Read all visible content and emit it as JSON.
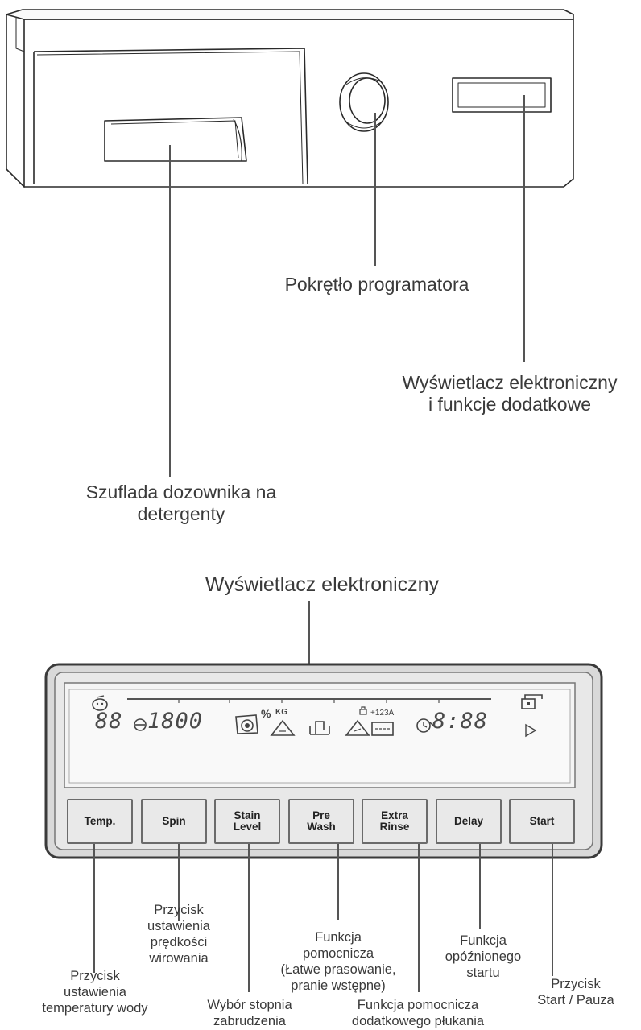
{
  "top_labels": {
    "programmer_knob": "Pokrętło programatora",
    "display_line1": "Wyświetlacz elektroniczny",
    "display_line2": "i funkcje dodatkowe",
    "drawer_line1": "Szuflada dozownika na",
    "drawer_line2": "detergenty"
  },
  "display_title": "Wyświetlacz elektroniczny",
  "display_readout": {
    "temp": "88",
    "spin": "1800",
    "time": "8:88",
    "kg": "KG",
    "percent": "%",
    "rinse_count": "+123A"
  },
  "buttons": [
    {
      "id": "temp",
      "label": "Temp."
    },
    {
      "id": "spin",
      "label": "Spin"
    },
    {
      "id": "stain",
      "label": "Stain\nLevel"
    },
    {
      "id": "prewash",
      "label": "Pre\nWash"
    },
    {
      "id": "extrarinse",
      "label": "Extra\nRinse"
    },
    {
      "id": "delay",
      "label": "Delay"
    },
    {
      "id": "start",
      "label": "Start"
    }
  ],
  "bottom_labels": {
    "spin_desc": "Przycisk\nustawienia\nprędkości\nwirowania",
    "prewash_desc": "Funkcja\npomocnicza\n(Łatwe prasowanie,\npranie wstępne)",
    "delay_desc": "Funkcja\nopóźnionego\nstartu",
    "temp_desc": "Przycisk\nustawienia\ntemperatury wody",
    "stain_desc": "Wybór stopnia\nzabrudzenia",
    "rinse_desc": "Funkcja pomocnicza\ndodatkowego płukania",
    "start_desc": "Przycisk\nStart / Pauza"
  },
  "icons": [
    "child-lock-icon",
    "weight-sensor-icon",
    "iron-icon",
    "prewash-icon",
    "extra-rinse-icon",
    "delay-clock-icon",
    "door-lock-icon",
    "play-icon"
  ]
}
